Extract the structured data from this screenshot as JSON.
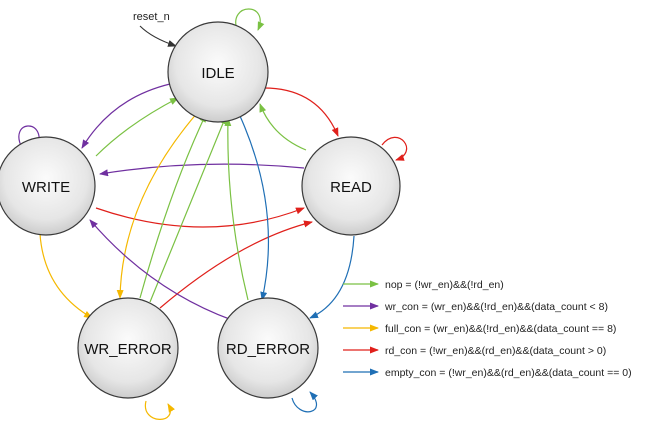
{
  "diagram": {
    "reset_label": "reset_n",
    "states": {
      "idle": "IDLE",
      "write": "WRITE",
      "read": "READ",
      "wr_error": "WR_ERROR",
      "rd_error": "RD_ERROR"
    },
    "legend": [
      {
        "key": "nop",
        "text": "nop = (!wr_en)&&(!rd_en)",
        "color": "#7ac143"
      },
      {
        "key": "wr_con",
        "text": "wr_con = (wr_en)&&(!rd_en)&&(data_count < 8)",
        "color": "#7030a0"
      },
      {
        "key": "full_con",
        "text": "full_con = (wr_en)&&(!rd_en)&&(data_count == 8)",
        "color": "#f5b800"
      },
      {
        "key": "rd_con",
        "text": "rd_con = (!wr_en)&&(rd_en)&&(data_count > 0)",
        "color": "#e0201b"
      },
      {
        "key": "empty_con",
        "text": "empty_con = (!wr_en)&&(rd_en)&&(data_count == 0)",
        "color": "#1f6fb5"
      }
    ],
    "colors": {
      "reset": "#333333",
      "node_fill_center": "#fbfbfb",
      "node_fill_edge": "#c9c9c9",
      "node_stroke": "#3a3a3a"
    }
  }
}
